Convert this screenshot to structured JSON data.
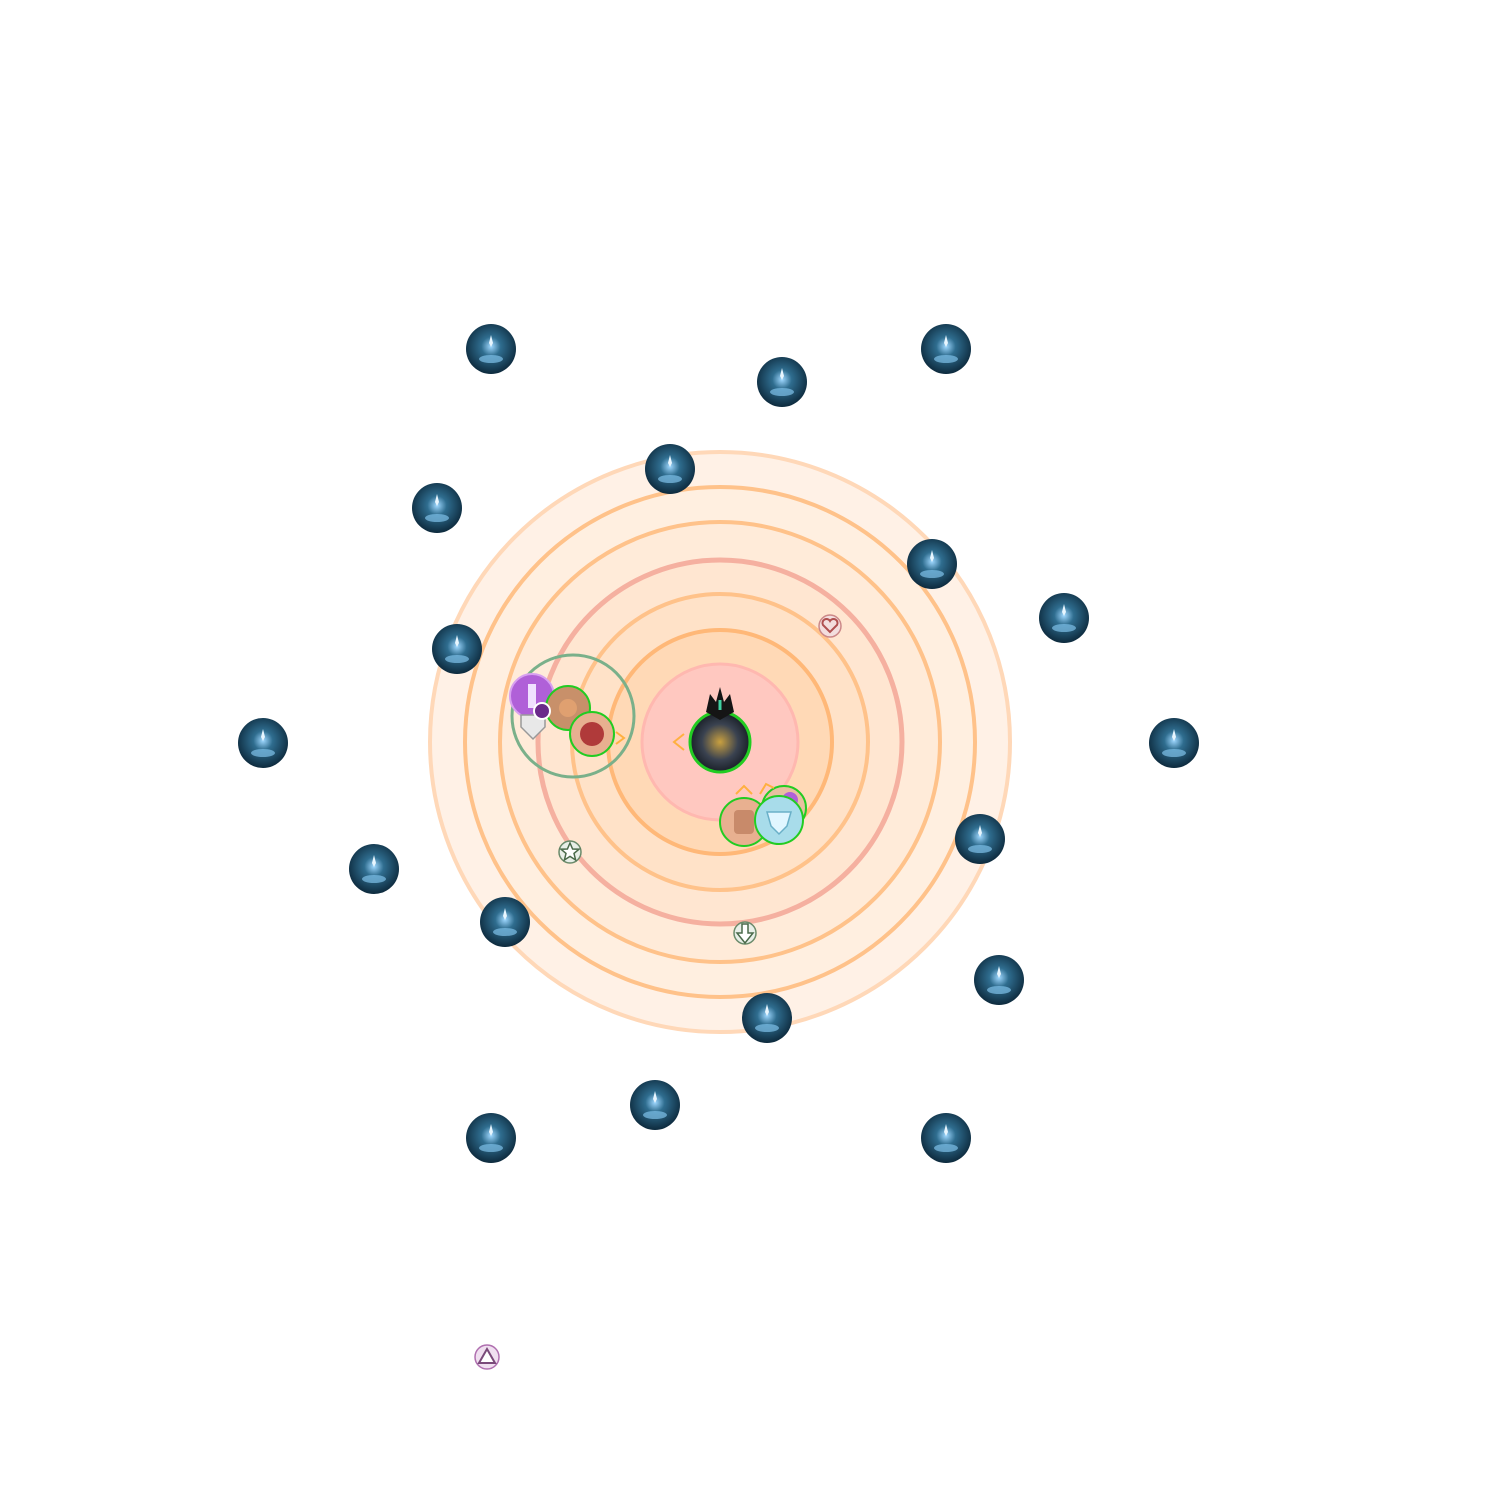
{
  "arena": {
    "background_color": "#ffffff",
    "boss": {
      "icon": "boss-icon",
      "target_marker": "target-marker-icon",
      "ring_color": "#22cc22"
    },
    "aoe": {
      "fill_inner": "#ffb3b3",
      "fill_orange": "#ffcc99",
      "ring_stroke": "#ffb070",
      "outer_fill": "#ffe6d1"
    },
    "waymarks": [
      {
        "id": "heart",
        "icon": "heart-waymark-icon",
        "color": "#d08080"
      },
      {
        "id": "star",
        "icon": "star-waymark-icon",
        "color": "#6a8a6a"
      },
      {
        "id": "arrow",
        "icon": "down-arrow-waymark-icon",
        "color": "#6a8a6a"
      },
      {
        "id": "triangle",
        "icon": "triangle-waymark-icon",
        "color": "#b070b0"
      }
    ],
    "party_groups": [
      {
        "id": "west",
        "members": [
          "purple-tank-icon",
          "healer-icon",
          "dps-red-icon"
        ],
        "ring_color": "#22cc22",
        "group_ring_color": "#7ab08a"
      },
      {
        "id": "south-east",
        "members": [
          "dps-brown-icon",
          "purple-job-icon",
          "blue-healer-icon"
        ],
        "ring_color": "#22cc22"
      }
    ],
    "orb_icon": "water-orb-icon",
    "orb_colors": {
      "dark": "#0d2a3d",
      "mid": "#2f6d8f",
      "glow": "#9fd8ff"
    }
  }
}
